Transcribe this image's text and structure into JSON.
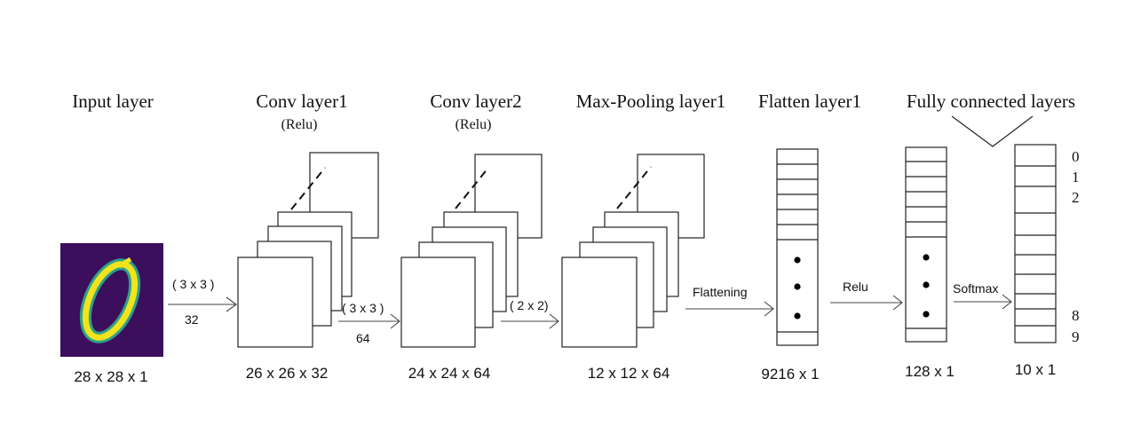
{
  "titles": {
    "input": "Input layer",
    "conv1": "Conv layer1",
    "conv1_act": "(Relu)",
    "conv2": "Conv layer2",
    "conv2_act": "(Relu)",
    "pool1": "Max-Pooling layer1",
    "flatten1": "Flatten layer1",
    "fc": "Fully connected layers"
  },
  "dims": {
    "input": "28 x 28 x 1",
    "conv1": "26 x 26 x 32",
    "conv2": "24 x 24 x 64",
    "pool1": "12 x 12 x 64",
    "flatten1": "9216 x 1",
    "fc1": "128 x 1",
    "fc2": "10 x 1"
  },
  "ops": {
    "kernel1": "( 3 x 3 )",
    "filters1": "32",
    "kernel2": "( 3 x 3 )",
    "filters2": "64",
    "pool": "( 2 x 2)",
    "flattening": "Flattening",
    "relu": "Relu",
    "softmax": "Softmax"
  },
  "output_labels": [
    "0",
    "1",
    "2",
    "8",
    "9"
  ],
  "input_image": {
    "description_colors": {
      "background": "#3b0f5c",
      "stroke_outer": "#2fa08c",
      "stroke_inner": "#f2e41c"
    }
  },
  "colors": {
    "line": "#222222",
    "arrow": "#444444"
  }
}
